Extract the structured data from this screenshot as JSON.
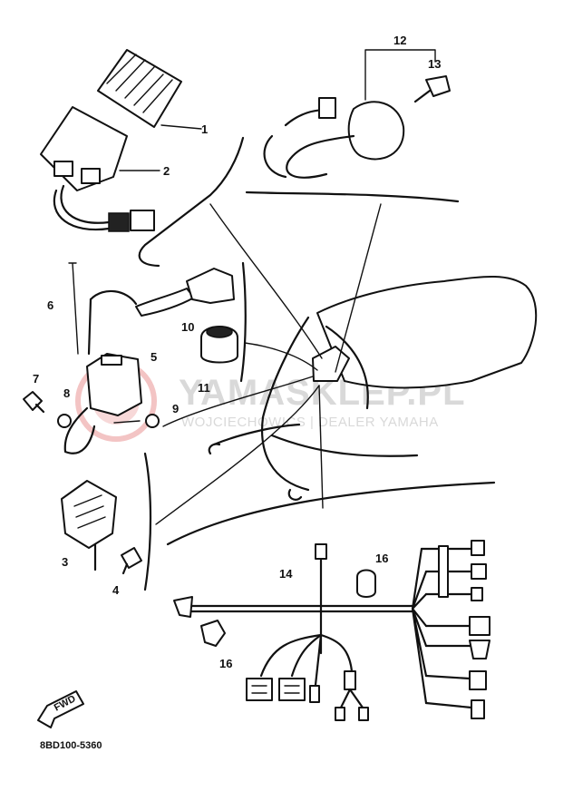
{
  "watermark": {
    "brand": "YAMASKLEP.PL",
    "dealer": "WOJCIECHOWICS | DEALER YAMAHA"
  },
  "catalog_code": "8BD100-5360",
  "direction_marker": "FWD",
  "callouts": {
    "c1": "1",
    "c2": "2",
    "c3": "3",
    "c4": "4",
    "c5": "5",
    "c6": "6",
    "c7": "7",
    "c8": "8",
    "c9": "9",
    "c10": "10",
    "c11": "11",
    "c12": "12",
    "c13": "13",
    "c14": "14",
    "c16a": "16",
    "c16b": "16"
  }
}
